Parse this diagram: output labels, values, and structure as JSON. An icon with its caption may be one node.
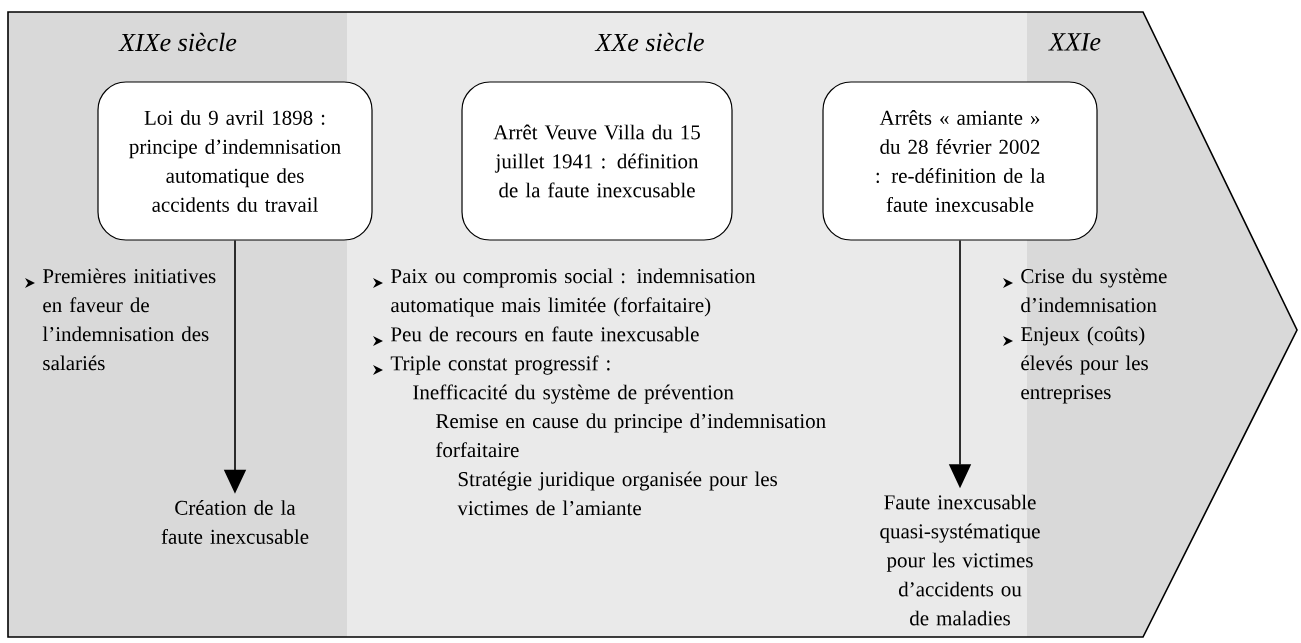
{
  "diagram": {
    "nodes": [
      {
        "text": [
          "XIXe siècle"
        ]
      },
      {
        "text": [
          "XXe siècle"
        ]
      },
      {
        "text": [
          "XXIe"
        ]
      },
      {
        "text": [
          "Loi du 9 avril 1898 : principe d’indemnisation automatique des accidents du travail"
        ]
      },
      {
        "text": [
          "Arrêt Veuve Villa du 15 juillet 1941 : définition de la faute inexcusable"
        ],
        "in": 1
      },
      {
        "text": [
          "Arrêts « amiante » du 28 février 2002 : re-définition de la faute inexcusable"
        ]
      },
      {
        "text": [
          "Création de la faute inexcusable"
        ],
        "in": 0
      },
      {
        "text": [
          "Faute inexcusable quasi-systématique pour les victimes d’accidents ou de maladies"
        ]
      }
    ],
    "edges": [
      {
        "from": 3,
        "to": 6,
        "arrow": "to"
      },
      {
        "from": 5,
        "to": 7,
        "arrow": "to"
      }
    ],
    "labels": [
      "Premières initiatives en faveur de l’indemnisation des salariés",
      "Paix ou compromis social : indemnisation automatique mais limitée (forfaitaire)",
      "Peu de recours en faute inexcusable",
      "Triple constat progressif :",
      "Inefficacité du système de prévention",
      "Remise en cause du principe d’indemnisation forfaitaire",
      "Stratégie juridique organisée pour les victimes de l’amiante",
      "Crise du système d’indemnisation",
      "Enjeux (coûts) élevés pour les entreprises"
    ]
  }
}
